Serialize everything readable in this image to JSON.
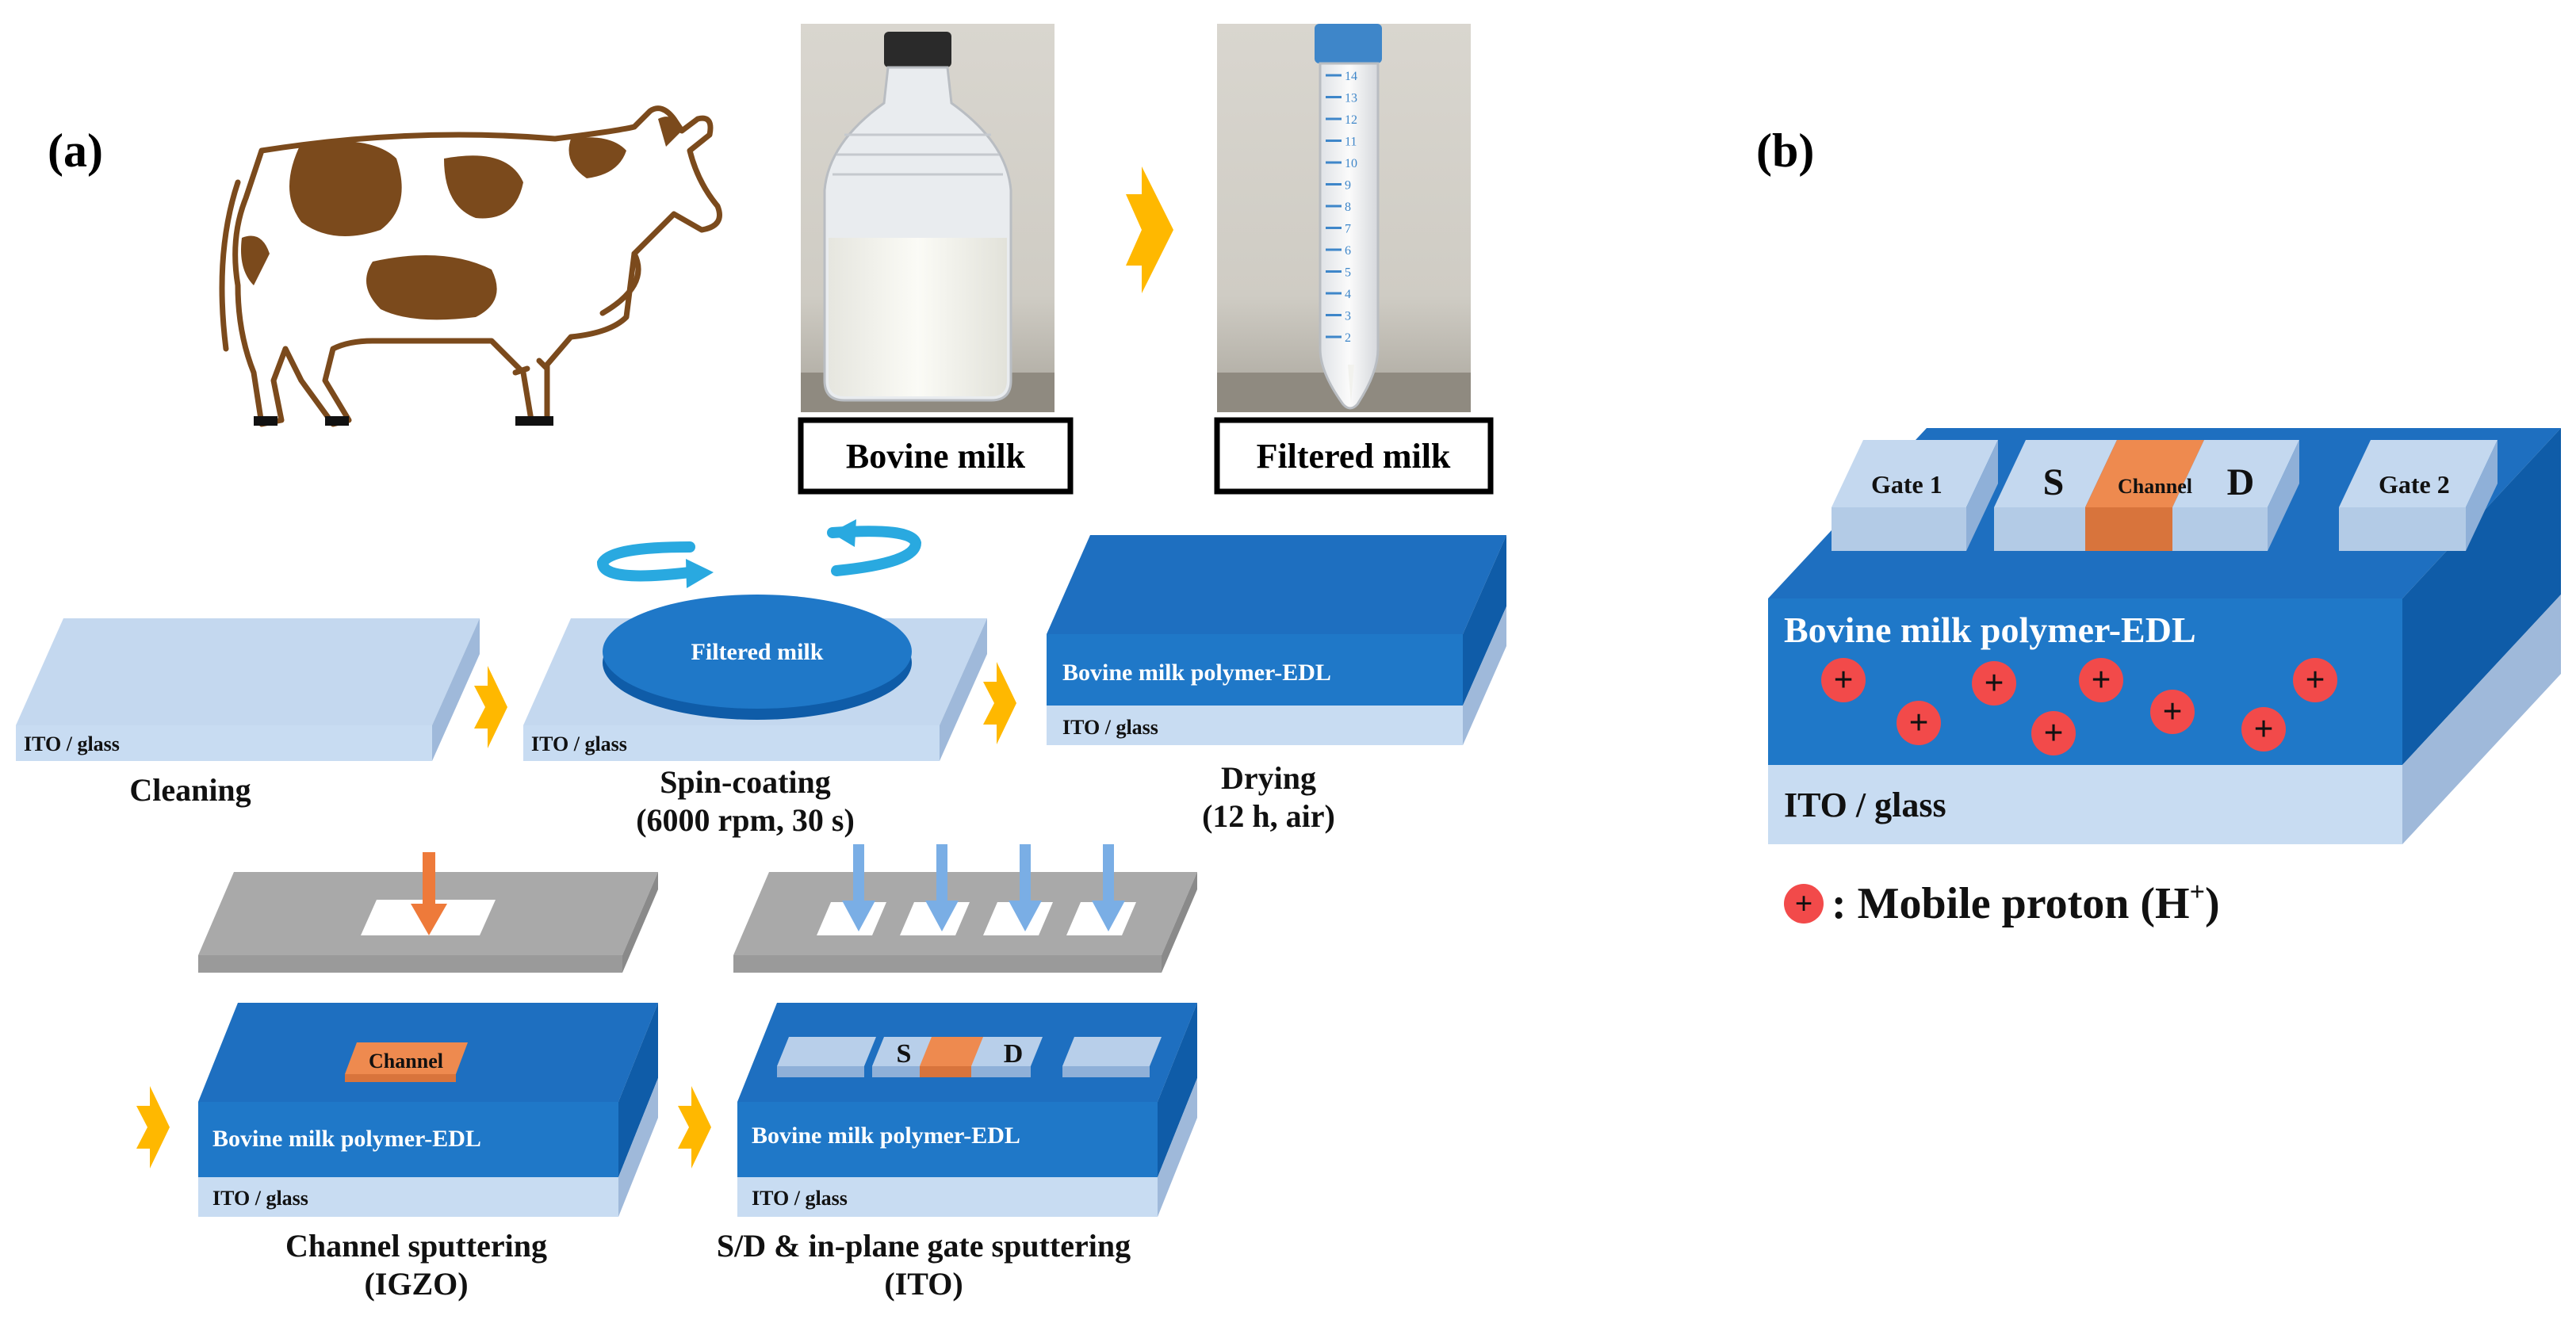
{
  "panels": {
    "a": "(a)",
    "b": "(b)"
  },
  "photos": {
    "bottle_label": "Bovine milk",
    "tube_label": "Filtered milk"
  },
  "tube_scale": [
    "2",
    "3",
    "4",
    "5",
    "6",
    "7",
    "8",
    "9",
    "10",
    "11",
    "12",
    "13",
    "14"
  ],
  "steps": {
    "cleaning": {
      "layer": "ITO / glass",
      "caption": "Cleaning"
    },
    "spin": {
      "layer": "ITO / glass",
      "disc": "Filtered milk",
      "caption1": "Spin-coating",
      "caption2": "(6000 rpm, 30 s)"
    },
    "drying": {
      "layer_top": "Bovine milk polymer-EDL",
      "layer": "ITO / glass",
      "caption1": "Drying",
      "caption2": "(12 h, air)"
    },
    "channel": {
      "channel": "Channel",
      "layer_top": "Bovine milk polymer-EDL",
      "layer": "ITO / glass",
      "caption1": "Channel sputtering",
      "caption2": "(IGZO)"
    },
    "sd": {
      "s": "S",
      "d": "D",
      "layer_top": "Bovine milk polymer-EDL",
      "layer": "ITO / glass",
      "caption1": "S/D & in-plane gate sputtering",
      "caption2": "(ITO)"
    }
  },
  "device_b": {
    "gate1": "Gate 1",
    "gate2": "Gate 2",
    "s": "S",
    "d": "D",
    "channel": "Channel",
    "edl": "Bovine milk polymer-EDL",
    "ito": "ITO / glass",
    "proton_symbol": "+",
    "legend": ": Mobile proton (H",
    "legend_sup": "+",
    "legend_close": ")"
  },
  "colors": {
    "edl_front": "#1f78c8",
    "edl_top": "#1e6fc0",
    "edl_side": "#0f5ca8",
    "ito_front": "#c8dcf2",
    "ito_top": "#c4d8ef",
    "ito_side": "#9fb9da",
    "channel": "#ee8a4f",
    "mask": "#a9a9a9",
    "arrow_yellow": "#ffb800",
    "arrow_orange": "#ee7a3a",
    "arrow_blue": "#7aaee5",
    "spin_arrow": "#29a9e0",
    "proton": "#f24a4a",
    "cow_spot": "#7b4a1c"
  }
}
